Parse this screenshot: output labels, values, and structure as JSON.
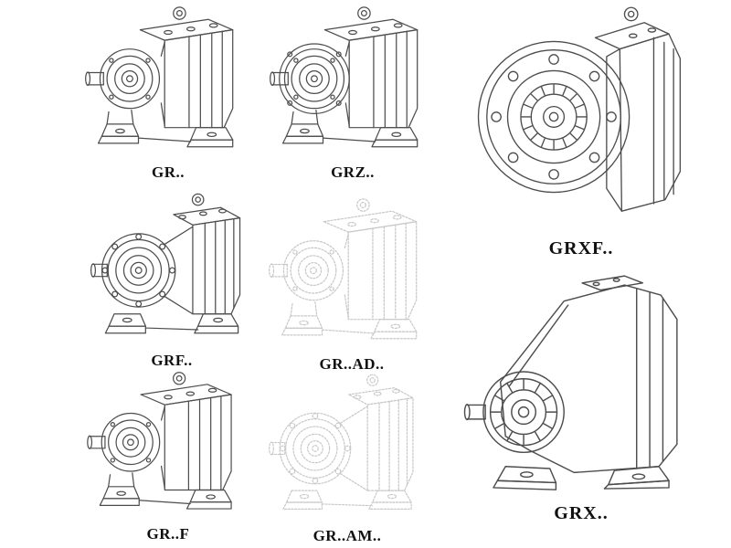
{
  "page": {
    "background_color": "#ffffff",
    "line_color": "#4d4d4d",
    "faded_line_color": "#c8c8c8",
    "label_color": "#111111"
  },
  "figures": [
    {
      "id": "gr",
      "label": "GR..",
      "faded": false
    },
    {
      "id": "grz",
      "label": "GRZ..",
      "faded": false
    },
    {
      "id": "grxf",
      "label": "GRXF..",
      "faded": false
    },
    {
      "id": "grf",
      "label": "GRF..",
      "faded": false
    },
    {
      "id": "grad",
      "label": "GR..AD..",
      "faded": true
    },
    {
      "id": "grx",
      "label": "GRX..",
      "faded": false
    },
    {
      "id": "grff",
      "label": "GR..F",
      "faded": false
    },
    {
      "id": "gram",
      "label": "GR..AM..",
      "faded": true
    }
  ]
}
